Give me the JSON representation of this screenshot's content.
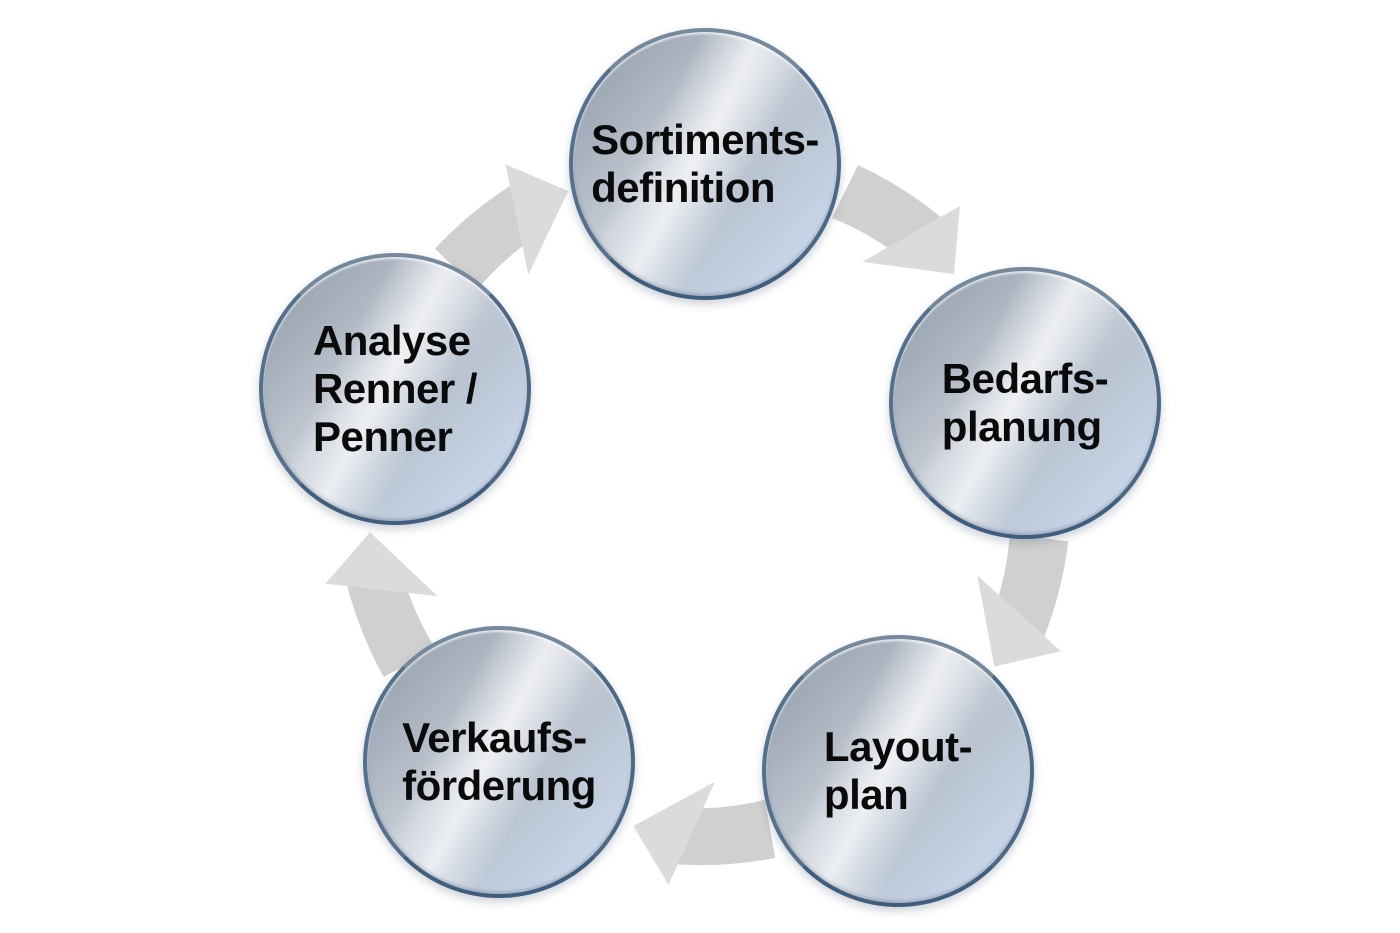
{
  "diagram": {
    "type": "cycle",
    "direction": "clockwise",
    "background_color": "#ffffff",
    "node_shape": "circle",
    "colors": {
      "node_fill_dark": "#919daa",
      "node_fill_silver": "#e0e4e9",
      "node_fill_blue": "#c6d4e7",
      "node_border": "#4d6884",
      "node_text": "#0a0a0a",
      "arrow_tail": "#d0d0d0",
      "arrow_head": "#dbdbdb"
    },
    "nodes": [
      {
        "id": "sortiments-definition",
        "label": "Sortiments-definition",
        "lines": [
          "Sortiments-",
          "definition"
        ]
      },
      {
        "id": "bedarfs-planung",
        "label": "Bedarfs-planung",
        "lines": [
          "Bedarfs-",
          "planung"
        ]
      },
      {
        "id": "layout-plan",
        "label": "Layout-plan",
        "lines": [
          "Layout-",
          "plan"
        ]
      },
      {
        "id": "verkaufs-foerderung",
        "label": "Verkaufs-förderung",
        "lines": [
          "Verkaufs-",
          "förderung"
        ]
      },
      {
        "id": "analyse-renner-penner",
        "label": "Analyse Renner / Penner",
        "lines": [
          "Analyse",
          "Renner /",
          "Penner"
        ]
      }
    ],
    "arrows": [
      {
        "from": "analyse-renner-penner",
        "to": "sortiments-definition"
      },
      {
        "from": "sortiments-definition",
        "to": "bedarfs-planung"
      },
      {
        "from": "bedarfs-planung",
        "to": "layout-plan"
      },
      {
        "from": "layout-plan",
        "to": "verkaufs-foerderung"
      },
      {
        "from": "verkaufs-foerderung",
        "to": "analyse-renner-penner"
      }
    ]
  }
}
